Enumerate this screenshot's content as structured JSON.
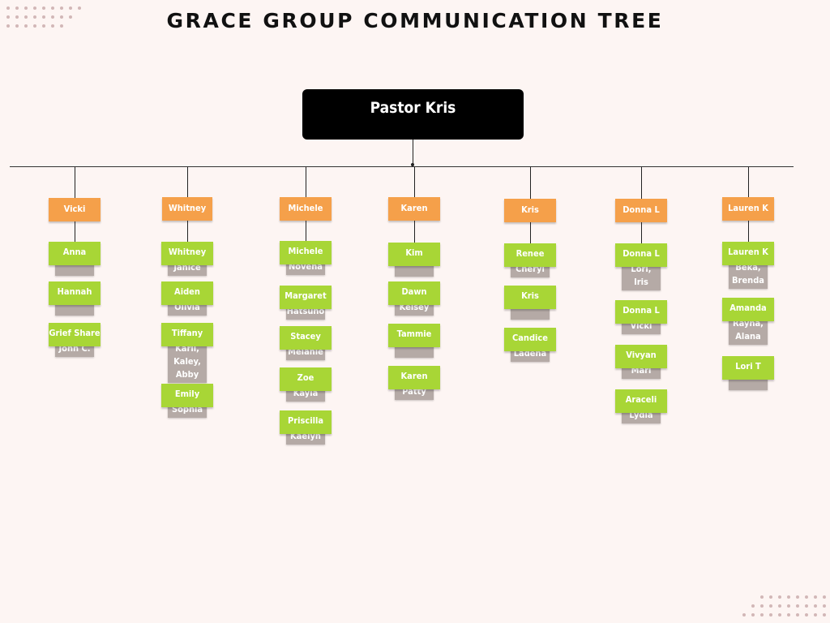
{
  "title": "GRACE GROUP COMMUNICATION TREE",
  "root": {
    "name": "Pastor Kris"
  },
  "colors": {
    "background": "#fdf5f3",
    "root": "#000000",
    "leader": "#f5a04a",
    "member": "#a8d636",
    "sub": "#b5aaa6",
    "decoration": "#d2b7b7"
  },
  "leaders": [
    {
      "name": "Vicki",
      "members": [
        {
          "name": "Anna",
          "sub": ""
        },
        {
          "name": "Hannah",
          "sub": ""
        },
        {
          "name": "Grief Share",
          "sub": "John C."
        }
      ]
    },
    {
      "name": "Whitney",
      "members": [
        {
          "name": "Whitney",
          "sub": "Janice"
        },
        {
          "name": "Aiden",
          "sub": "Olivia"
        },
        {
          "name": "Tiffany",
          "sub": "Karli,\nKaley,\nAbby"
        },
        {
          "name": "Emily",
          "sub": "Sophia"
        }
      ]
    },
    {
      "name": "Michele",
      "members": [
        {
          "name": "Michele",
          "sub": "Novena"
        },
        {
          "name": "Margaret",
          "sub": "Hatsuho"
        },
        {
          "name": "Stacey",
          "sub": "Melanie"
        },
        {
          "name": "Zoe",
          "sub": "Kayla"
        },
        {
          "name": "Priscilla",
          "sub": "Kaelyn"
        }
      ]
    },
    {
      "name": "Karen",
      "members": [
        {
          "name": "Kim",
          "sub": ""
        },
        {
          "name": "Dawn",
          "sub": "Kelsey"
        },
        {
          "name": "Tammie",
          "sub": ""
        },
        {
          "name": "Karen",
          "sub": "Patty"
        }
      ]
    },
    {
      "name": "Kris",
      "members": [
        {
          "name": "Renee",
          "sub": "Cheryl"
        },
        {
          "name": "Kris",
          "sub": ""
        },
        {
          "name": "Candice",
          "sub": "Ladena"
        }
      ]
    },
    {
      "name": "Donna L",
      "members": [
        {
          "name": "Donna L",
          "sub": "Lori,\nIris"
        },
        {
          "name": "Donna L",
          "sub": "Vicki"
        },
        {
          "name": "Vivyan",
          "sub": "Mari"
        },
        {
          "name": "Araceli",
          "sub": "Lydia"
        }
      ]
    },
    {
      "name": "Lauren K",
      "members": [
        {
          "name": "Lauren K",
          "sub": "Beka,\nBrenda"
        },
        {
          "name": "Amanda",
          "sub": "Rayna,\nAlana"
        },
        {
          "name": "Lori T",
          "sub": ""
        }
      ]
    }
  ]
}
